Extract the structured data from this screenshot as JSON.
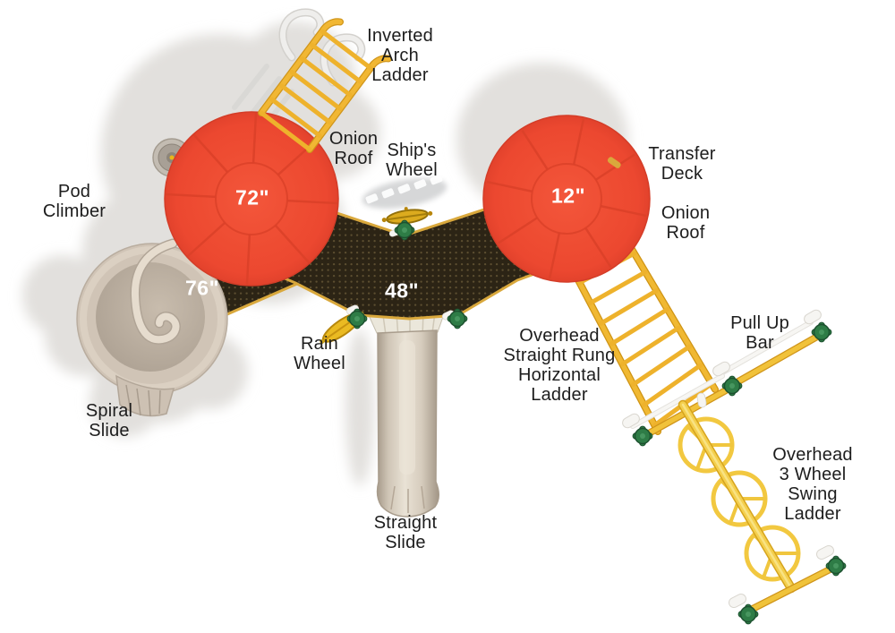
{
  "labels": {
    "pod_climber": "Pod\nClimber",
    "inverted_arch_ladder": "Inverted\nArch\nLadder",
    "onion_roof_left": "Onion\nRoof",
    "ships_wheel": "Ship's\nWheel",
    "transfer_deck": "Transfer\nDeck",
    "onion_roof_right": "Onion\nRoof",
    "rain_wheel": "Rain\nWheel",
    "spiral_slide": "Spiral\nSlide",
    "straight_slide": "Straight\nSlide",
    "overhead_straight_rung": "Overhead\nStraight Rung\nHorizontal\nLadder",
    "pull_up_bar": "Pull Up\nBar",
    "overhead_3_wheel": "Overhead\n3 Wheel\nSwing\nLadder"
  },
  "dimensions": {
    "roof_left": "72\"",
    "roof_right": "12\"",
    "deck_left": "76\"",
    "deck_center": "48\""
  },
  "colors": {
    "roof_orange": "#ef4e33",
    "deck_dark": "#2c2415",
    "deck_trim_tan": "#d9a83c",
    "ladder_yellow": "#f0b832",
    "swing_ladder_yellow": "#f4cf4e",
    "post_green": "#2e7c46",
    "slide_beige": "#d7ccbd",
    "shadow_gray": "#e2e0dd",
    "label_text": "#1d1d1d",
    "dimension_text": "#ffffff"
  }
}
